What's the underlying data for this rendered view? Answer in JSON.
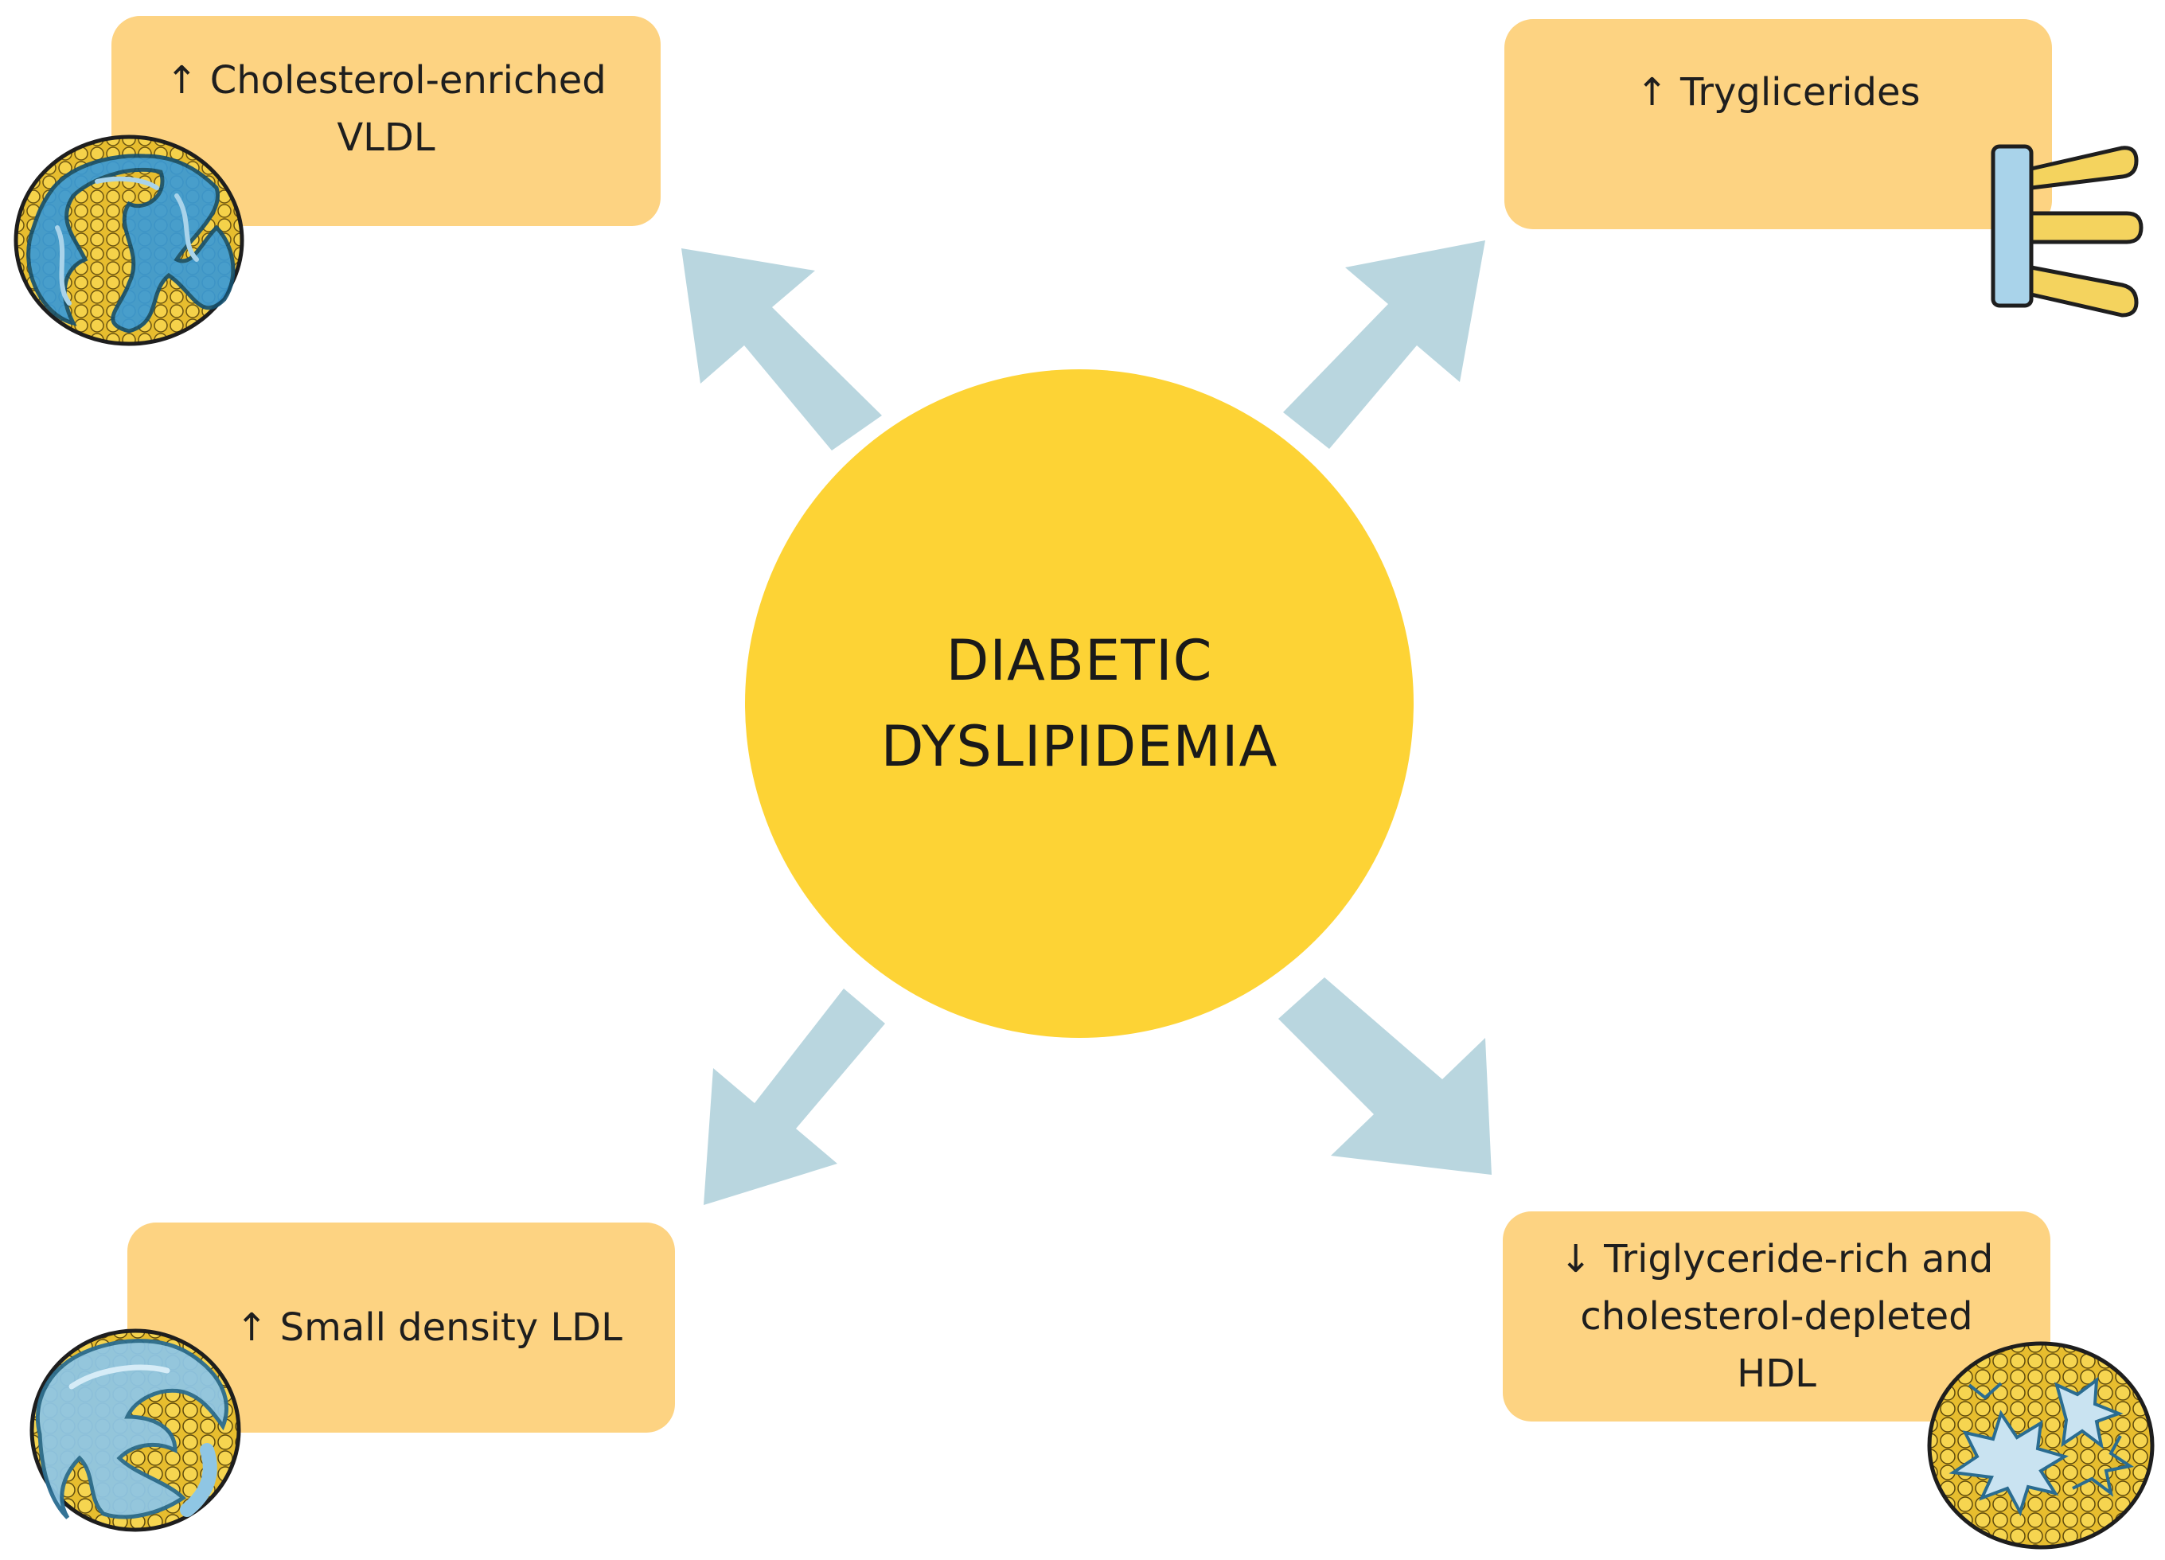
{
  "center": {
    "lines": [
      "DIABETIC",
      "DYSLIPIDEMIA"
    ]
  },
  "effects": {
    "top_left": {
      "lines": [
        "↑ Cholesterol-enriched",
        "VLDL"
      ]
    },
    "top_right": {
      "lines": [
        "↑ Tryglicerides"
      ]
    },
    "bottom_left": {
      "lines": [
        "↑ Small density LDL"
      ]
    },
    "bottom_right": {
      "lines": [
        "↓ Triglyceride-rich and",
        "cholesterol-depleted",
        "HDL"
      ]
    }
  },
  "colors": {
    "center_fill": "#fdd335",
    "box_fill": "#fdd382",
    "arrow_fill": "#b9d6df",
    "lipoprotein_blue": "#3a9ad6",
    "lipoprotein_light_blue": "#a9d3ea",
    "lipid_yellow": "#f2cc3d",
    "outline": "#1e1e1e"
  }
}
